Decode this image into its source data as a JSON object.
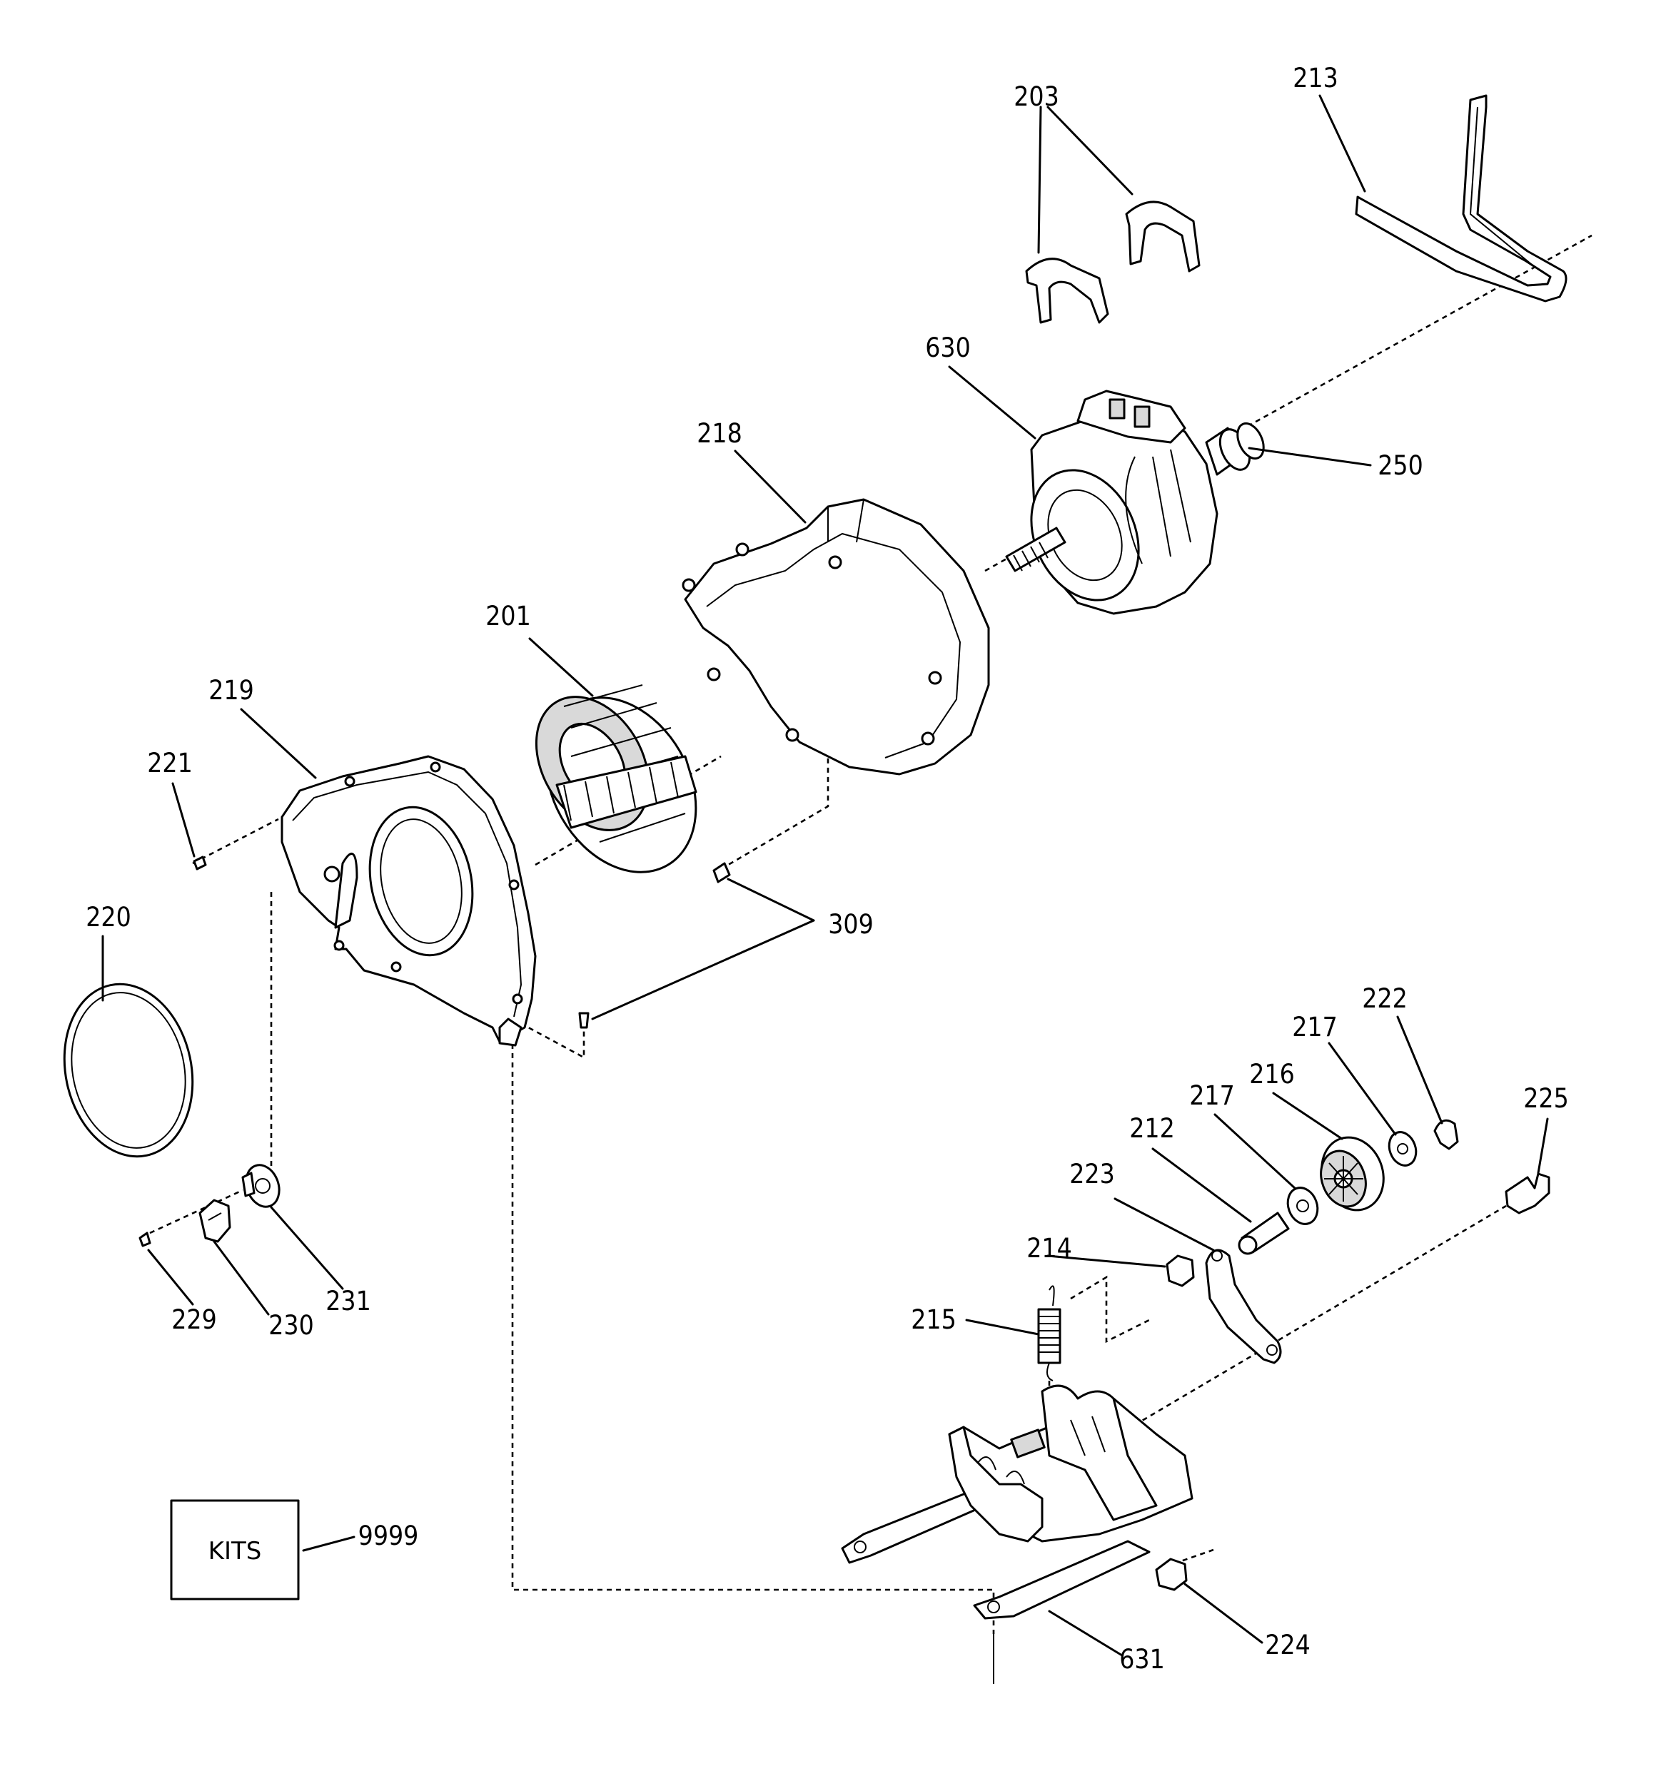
{
  "labels": {
    "p203": "203",
    "p213": "213",
    "p630": "630",
    "p250": "250",
    "p218": "218",
    "p201": "201",
    "p219": "219",
    "p221": "221",
    "p220": "220",
    "p309": "309",
    "p222": "222",
    "p217a": "217",
    "p216": "216",
    "p217b": "217",
    "p212": "212",
    "p225": "225",
    "p223": "223",
    "p214": "214",
    "p215": "215",
    "p229": "229",
    "p230": "230",
    "p231": "231",
    "p9999": "9999",
    "p631": "631",
    "p224": "224"
  },
  "kits_box": {
    "text": "KITS"
  }
}
